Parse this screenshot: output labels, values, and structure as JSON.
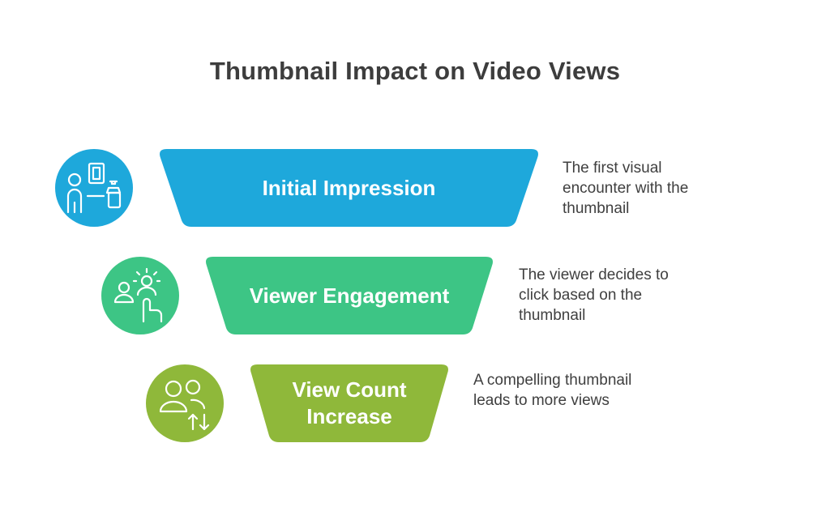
{
  "title": "Thumbnail Impact on Video Views",
  "stages": [
    {
      "label": "Initial Impression",
      "description": "The first visual\nencounter with the\nthumbnail",
      "color": "#1EA8DB",
      "icon": "person-viewing-frame-icon"
    },
    {
      "label": "Viewer Engagement",
      "description": "The viewer decides to\nclick based on the\nthumbnail",
      "color": "#3DC585",
      "icon": "people-click-icon"
    },
    {
      "label": "View Count\nIncrease",
      "description": "A compelling thumbnail\nleads to more views",
      "color": "#8FB83A",
      "icon": "users-arrows-icon"
    }
  ]
}
